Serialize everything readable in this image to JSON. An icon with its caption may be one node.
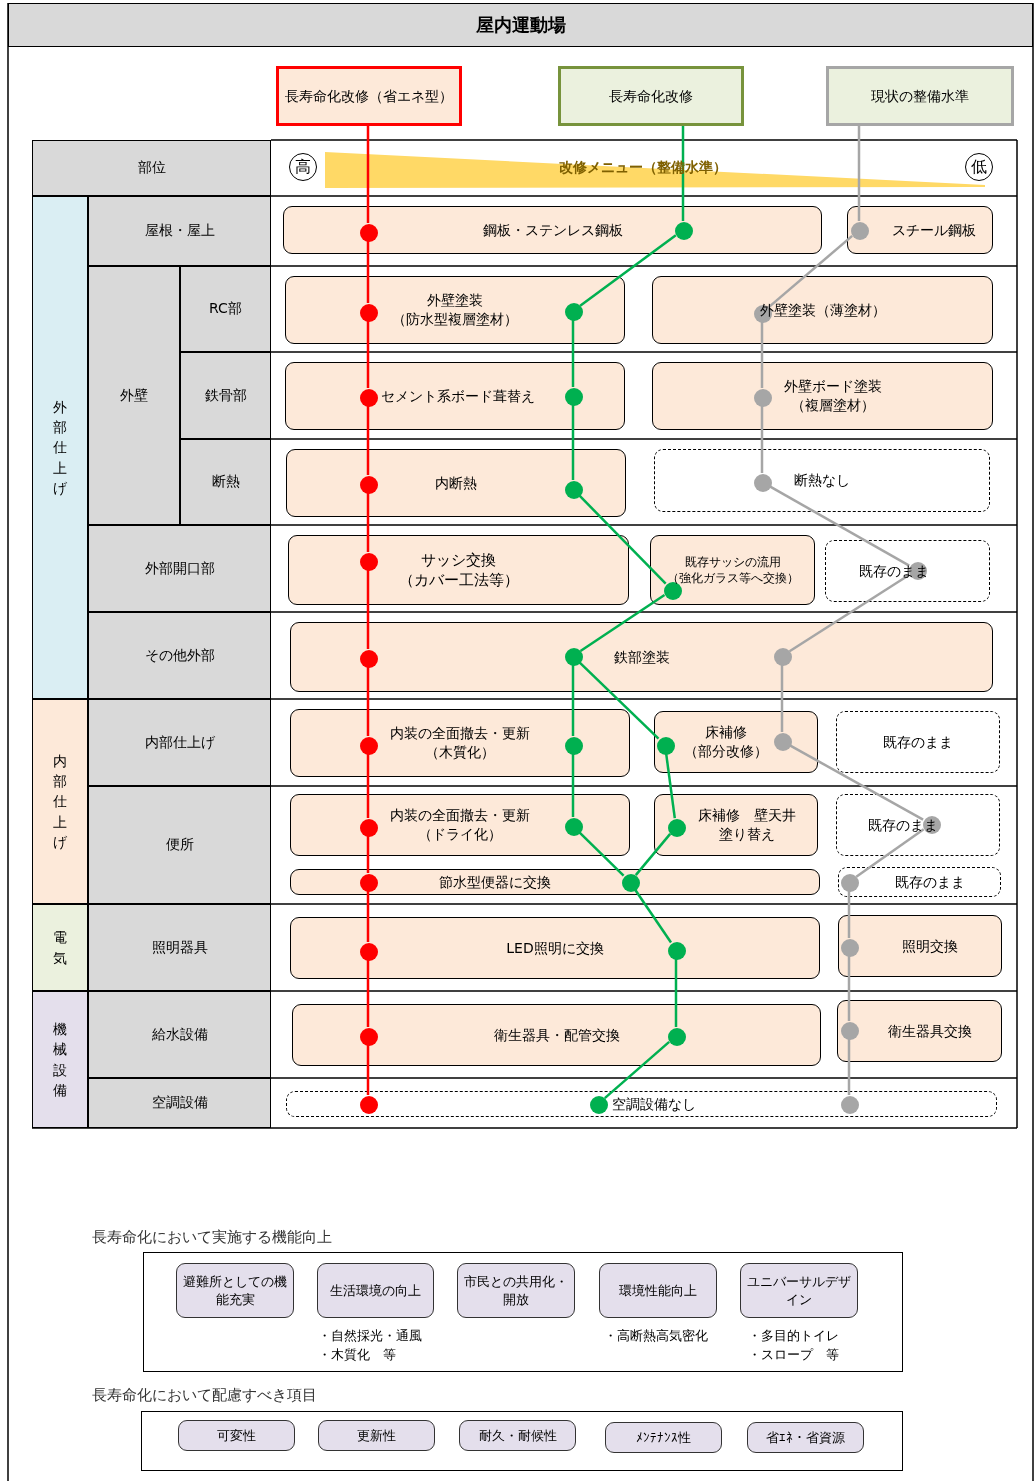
{
  "diagram": {
    "title": "屋内運動場",
    "nodes": [
      {
        "text": [
          "長寿命化改修（省エネ型）"
        ]
      },
      {
        "text": [
          "長寿命化改修"
        ]
      },
      {
        "text": [
          "現状の整備水準"
        ]
      },
      {
        "text": [
          "鋼板・ステンレス鋼板"
        ]
      },
      {
        "text": [
          "スチール鋼板"
        ]
      },
      {
        "text": [
          "外壁塗装（防水型複層塗材）"
        ]
      },
      {
        "text": [
          "外壁塗装（薄塗材）"
        ]
      },
      {
        "text": [
          "セメント系ボード葺替え"
        ]
      },
      {
        "text": [
          "外壁ボード塗装（複層塗材）"
        ]
      },
      {
        "text": [
          "内断熱"
        ]
      },
      {
        "text": [
          "断熱なし"
        ]
      },
      {
        "text": [
          "サッシ交換（カバー工法等）"
        ]
      },
      {
        "text": [
          "既存サッシの流用（強化ガラス等へ交換）"
        ]
      },
      {
        "text": [
          "既存のまま"
        ]
      },
      {
        "text": [
          "鉄部塗装"
        ]
      },
      {
        "text": [
          "内装の全面撤去・更新（木質化）"
        ]
      },
      {
        "text": [
          "床補修（部分改修）"
        ]
      },
      {
        "text": [
          "既存のまま"
        ]
      },
      {
        "text": [
          "内装の全面撤去・更新（ドライ化）"
        ]
      },
      {
        "text": [
          "床補修　壁天井塗り替え"
        ]
      },
      {
        "text": [
          "既存のまま"
        ]
      },
      {
        "text": [
          "節水型便器に交換"
        ]
      },
      {
        "text": [
          "既存のまま"
        ]
      },
      {
        "text": [
          "LED照明に交換"
        ]
      },
      {
        "text": [
          "照明交換"
        ]
      },
      {
        "text": [
          "衛生器具・配管交換"
        ]
      },
      {
        "text": [
          "衛生器具交換"
        ]
      },
      {
        "text": [
          "空調設備なし"
        ]
      },
      {
        "text": [
          "長寿命化において実施する機能向上"
        ]
      },
      {
        "text": [
          "避難所としての機能充実"
        ],
        "in": 28
      },
      {
        "text": [
          "生活環境の向上"
        ],
        "in": 28,
        "beside": [
          "・自然採光・通風",
          "・木質化　等"
        ]
      },
      {
        "text": [
          "市民との共用化・開放"
        ],
        "in": 28
      },
      {
        "text": [
          "環境性能向上"
        ],
        "in": 28,
        "beside": [
          "・高断熱高気密化"
        ]
      },
      {
        "text": [
          "ユニバーサルデザイン"
        ],
        "in": 28,
        "beside": [
          "・多目的トイレ",
          "・スロープ　等"
        ]
      },
      {
        "text": [
          "長寿命化において配慮すべき項目"
        ]
      },
      {
        "text": [
          "可変性"
        ],
        "in": 34
      },
      {
        "text": [
          "更新性"
        ],
        "in": 34
      },
      {
        "text": [
          "耐久・耐候性"
        ],
        "in": 34
      },
      {
        "text": [
          "ﾒﾝﾃﾅﾝｽ性"
        ],
        "in": 34
      },
      {
        "text": [
          "省ｴﾈ・省資源"
        ],
        "in": 34
      },
      {
        "text": [],
        "shape": "circle",
        "in": 3
      },
      {
        "text": [],
        "shape": "circle",
        "in": 5
      },
      {
        "text": [],
        "shape": "circle",
        "in": 7
      },
      {
        "text": [],
        "shape": "circle",
        "in": 9
      },
      {
        "text": [],
        "shape": "circle",
        "in": 11
      },
      {
        "text": [],
        "shape": "circle",
        "in": 14
      },
      {
        "text": [],
        "shape": "circle",
        "in": 15
      },
      {
        "text": [],
        "shape": "circle",
        "in": 18
      },
      {
        "text": [],
        "shape": "circle",
        "in": 21
      },
      {
        "text": [],
        "shape": "circle",
        "in": 23
      },
      {
        "text": [],
        "shape": "circle",
        "in": 25
      },
      {
        "text": [],
        "shape": "circle",
        "in": 27
      },
      {
        "text": [],
        "shape": "circle",
        "in": 3
      },
      {
        "text": [],
        "shape": "circle",
        "in": 5
      },
      {
        "text": [],
        "shape": "circle",
        "in": 7
      },
      {
        "text": [],
        "shape": "circle",
        "in": 9
      },
      {
        "text": [],
        "shape": "circle",
        "in": 12
      },
      {
        "text": [],
        "shape": "circle",
        "in": 14
      },
      {
        "text": [],
        "shape": "circle",
        "in": 15
      },
      {
        "text": [],
        "shape": "circle",
        "in": 16
      },
      {
        "text": [],
        "shape": "circle",
        "in": 18
      },
      {
        "text": [],
        "shape": "circle",
        "in": 19
      },
      {
        "text": [],
        "shape": "circle",
        "in": 21
      },
      {
        "text": [],
        "shape": "circle",
        "in": 23
      },
      {
        "text": [],
        "shape": "circle",
        "in": 25
      },
      {
        "text": [],
        "shape": "circle",
        "in": 27
      },
      {
        "text": [],
        "shape": "circle",
        "in": 4
      },
      {
        "text": [],
        "shape": "circle",
        "in": 6
      },
      {
        "text": [],
        "shape": "circle",
        "in": 8
      },
      {
        "text": [],
        "shape": "circle",
        "in": 10
      },
      {
        "text": [],
        "shape": "circle",
        "in": 13
      },
      {
        "text": [],
        "shape": "circle",
        "in": 14
      },
      {
        "text": [],
        "shape": "circle",
        "in": 16
      },
      {
        "text": [],
        "shape": "circle",
        "in": 20
      },
      {
        "text": [],
        "shape": "circle",
        "in": 22
      },
      {
        "text": [],
        "shape": "circle",
        "in": 24
      },
      {
        "text": [],
        "shape": "circle",
        "in": 26
      },
      {
        "text": [],
        "shape": "circle",
        "in": 27
      }
    ],
    "edges": [
      {
        "from": 0,
        "to": 40,
        "arrow": "none",
        "color": "#ff0000"
      },
      {
        "from": 40,
        "to": 41,
        "arrow": "none",
        "color": "#ff0000"
      },
      {
        "from": 41,
        "to": 42,
        "arrow": "none",
        "color": "#ff0000"
      },
      {
        "from": 42,
        "to": 43,
        "arrow": "none",
        "color": "#ff0000"
      },
      {
        "from": 43,
        "to": 44,
        "arrow": "none",
        "color": "#ff0000"
      },
      {
        "from": 44,
        "to": 45,
        "arrow": "none",
        "color": "#ff0000"
      },
      {
        "from": 45,
        "to": 46,
        "arrow": "none",
        "color": "#ff0000"
      },
      {
        "from": 46,
        "to": 47,
        "arrow": "none",
        "color": "#ff0000"
      },
      {
        "from": 47,
        "to": 48,
        "arrow": "none",
        "color": "#ff0000"
      },
      {
        "from": 48,
        "to": 49,
        "arrow": "none",
        "color": "#ff0000"
      },
      {
        "from": 49,
        "to": 50,
        "arrow": "none",
        "color": "#ff0000"
      },
      {
        "from": 50,
        "to": 51,
        "arrow": "none",
        "color": "#ff0000"
      },
      {
        "from": 1,
        "to": 52,
        "arrow": "none",
        "color": "#00b050"
      },
      {
        "from": 52,
        "to": 53,
        "arrow": "none",
        "color": "#00b050"
      },
      {
        "from": 53,
        "to": 54,
        "arrow": "none",
        "color": "#00b050"
      },
      {
        "from": 54,
        "to": 55,
        "arrow": "none",
        "color": "#00b050"
      },
      {
        "from": 55,
        "to": 56,
        "arrow": "none",
        "color": "#00b050"
      },
      {
        "from": 56,
        "to": 57,
        "arrow": "none",
        "color": "#00b050"
      },
      {
        "from": 57,
        "to": 58,
        "arrow": "none",
        "color": "#00b050"
      },
      {
        "from": 57,
        "to": 59,
        "arrow": "none",
        "color": "#00b050"
      },
      {
        "from": 58,
        "to": 60,
        "arrow": "none",
        "color": "#00b050"
      },
      {
        "from": 60,
        "to": 62,
        "arrow": "none",
        "color": "#00b050"
      },
      {
        "from": 59,
        "to": 61,
        "arrow": "none",
        "color": "#00b050"
      },
      {
        "from": 61,
        "to": 62,
        "arrow": "none",
        "color": "#00b050"
      },
      {
        "from": 62,
        "to": 63,
        "arrow": "none",
        "color": "#00b050"
      },
      {
        "from": 63,
        "to": 64,
        "arrow": "none",
        "color": "#00b050"
      },
      {
        "from": 64,
        "to": 65,
        "arrow": "none",
        "color": "#00b050"
      },
      {
        "from": 2,
        "to": 66,
        "arrow": "none",
        "color": "#a6a6a6"
      },
      {
        "from": 66,
        "to": 67,
        "arrow": "none",
        "color": "#a6a6a6"
      },
      {
        "from": 67,
        "to": 68,
        "arrow": "none",
        "color": "#a6a6a6"
      },
      {
        "from": 68,
        "to": 69,
        "arrow": "none",
        "color": "#a6a6a6"
      },
      {
        "from": 69,
        "to": 70,
        "arrow": "none",
        "color": "#a6a6a6"
      },
      {
        "from": 70,
        "to": 71,
        "arrow": "none",
        "color": "#a6a6a6"
      },
      {
        "from": 71,
        "to": 72,
        "arrow": "none",
        "color": "#a6a6a6"
      },
      {
        "from": 72,
        "to": 73,
        "arrow": "none",
        "color": "#a6a6a6"
      },
      {
        "from": 73,
        "to": 74,
        "arrow": "none",
        "color": "#a6a6a6"
      },
      {
        "from": 74,
        "to": 75,
        "arrow": "none",
        "color": "#a6a6a6"
      },
      {
        "from": 75,
        "to": 76,
        "arrow": "none",
        "color": "#a6a6a6"
      },
      {
        "from": 76,
        "to": 77,
        "arrow": "none",
        "color": "#a6a6a6"
      }
    ],
    "labels": [
      "部位",
      "高",
      "改修メニュー（整備水準）",
      "低",
      "外部仕上げ",
      "屋根・屋上",
      "外壁",
      "RC部",
      "鉄骨部",
      "断熱",
      "外部開口部",
      "その他外部",
      "内部仕上げ",
      "内部仕上げ",
      "便所",
      "電気",
      "照明器具",
      "機械設備",
      "給水設備",
      "空調設備"
    ]
  }
}
